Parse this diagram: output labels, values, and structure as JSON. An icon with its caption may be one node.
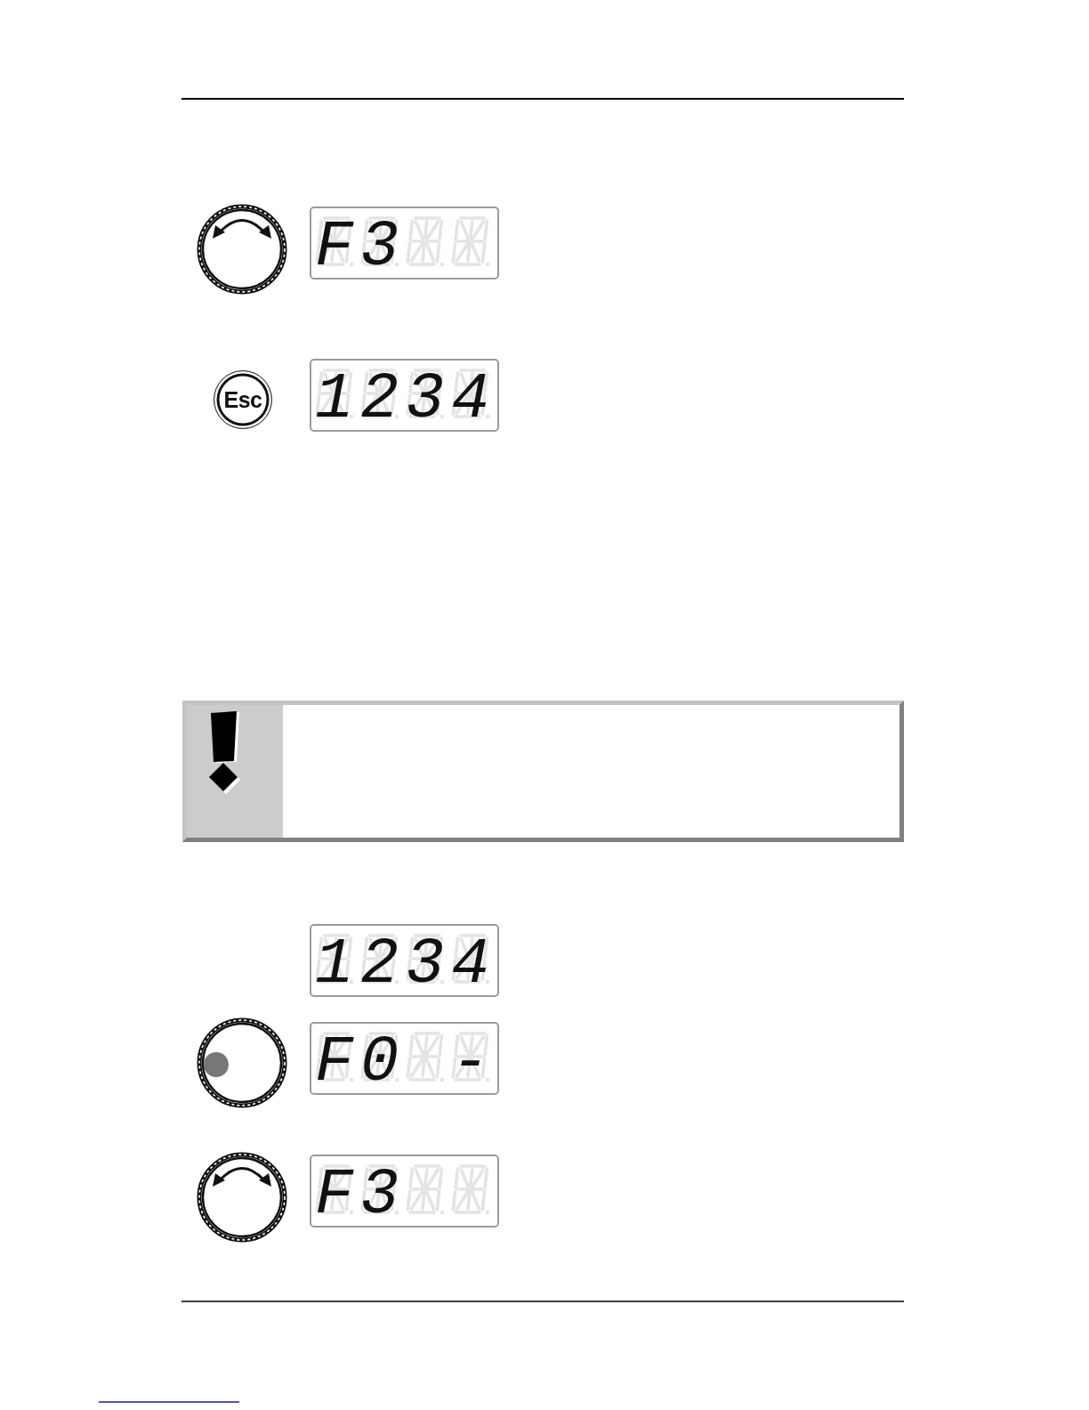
{
  "diagram": {
    "nodes": [
      {
        "text": [
          "F3"
        ]
      },
      {
        "text": [
          "Esc"
        ]
      },
      {
        "text": [
          "1234"
        ]
      },
      {
        "text": [
          "1234"
        ]
      },
      {
        "text": [
          "F0 -"
        ]
      },
      {
        "text": [
          "F3"
        ]
      }
    ]
  }
}
